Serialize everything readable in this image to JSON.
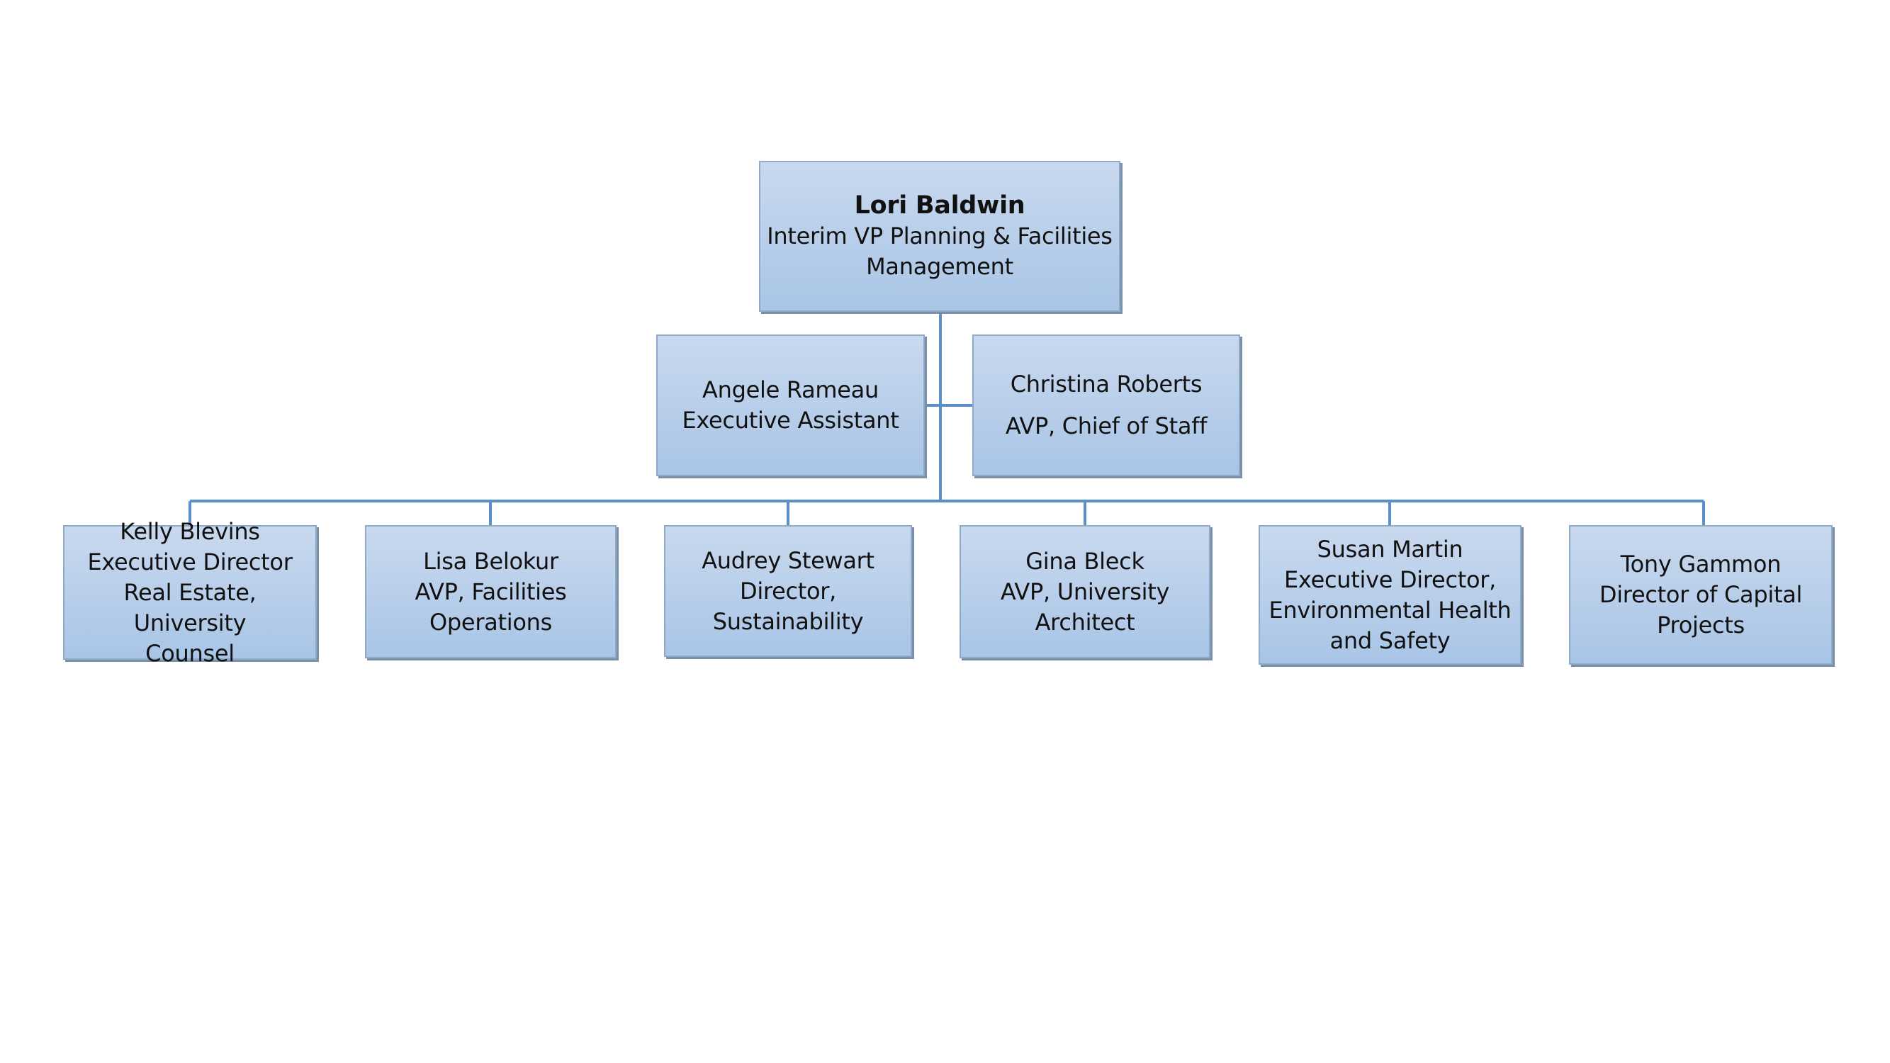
{
  "chart": {
    "head": {
      "name": "Lori Baldwin",
      "title_line_1": "Interim VP Planning & Facilities",
      "title_line_2": "Management"
    },
    "staff": [
      {
        "name": "Angele Rameau",
        "title": "Executive Assistant"
      },
      {
        "name": "Christina Roberts",
        "title": "AVP, Chief of Staff"
      }
    ],
    "reports": [
      {
        "lines": [
          "Kelly Blevins",
          "Executive Director",
          "Real Estate, University",
          "Counsel"
        ]
      },
      {
        "lines": [
          "Lisa Belokur",
          "AVP, Facilities",
          "Operations"
        ]
      },
      {
        "lines": [
          "Audrey Stewart",
          "Director,",
          "Sustainability"
        ]
      },
      {
        "lines": [
          "Gina Bleck",
          "AVP, University",
          "Architect"
        ]
      },
      {
        "lines": [
          "Susan Martin",
          "Executive Director,",
          "Environmental Health",
          "and Safety"
        ]
      },
      {
        "lines": [
          "Tony Gammon",
          "Director of Capital",
          "Projects"
        ]
      }
    ]
  }
}
